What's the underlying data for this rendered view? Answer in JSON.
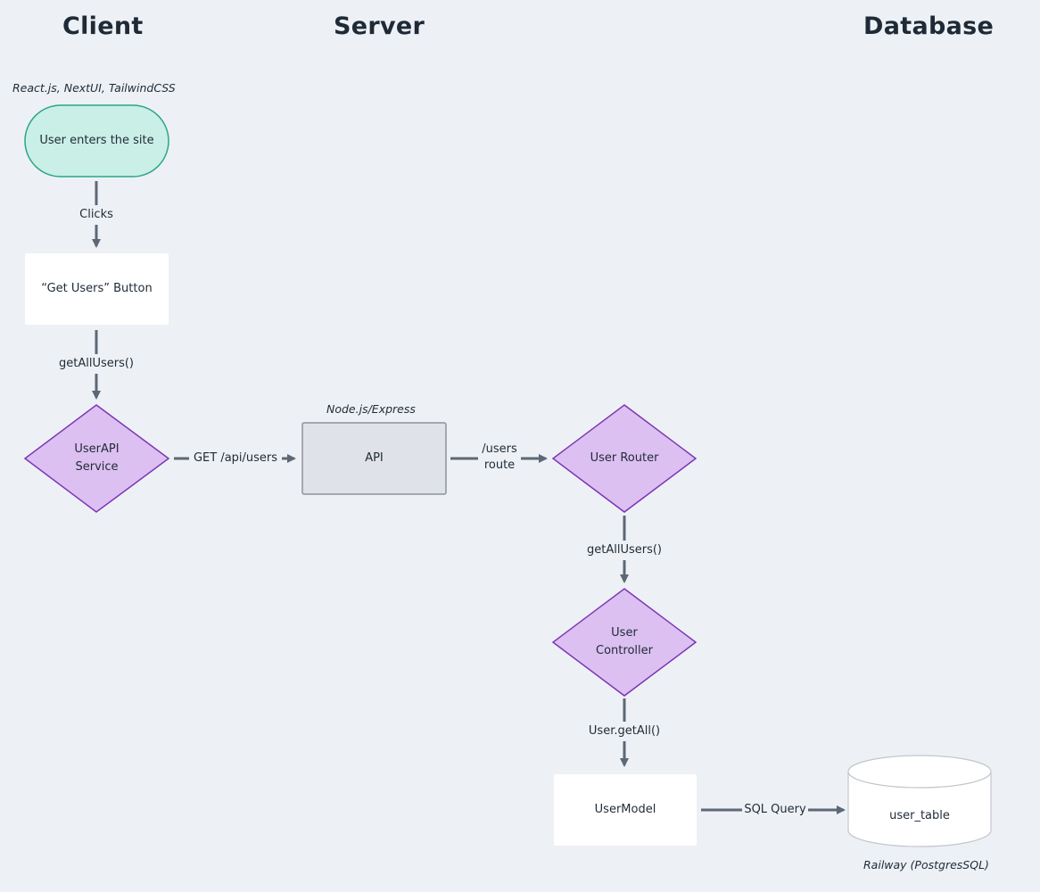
{
  "columns": {
    "client": "Client",
    "server": "Server",
    "database": "Database"
  },
  "notes": {
    "client_stack": "React.js, NextUI, TailwindCSS",
    "server_stack": "Node.js/Express",
    "db_host": "Railway (PostgresSQL)"
  },
  "nodes": {
    "user_enters": "User enters the site",
    "get_users_button": "“Get Users” Button",
    "userapi_service_line1": "UserAPI",
    "userapi_service_line2": "Service",
    "api": "API",
    "user_router": "User Router",
    "user_controller_line1": "User",
    "user_controller_line2": "Controller",
    "user_model": "UserModel",
    "user_table": "user_table"
  },
  "edges": {
    "clicks": "Clicks",
    "get_all_users_client": "getAllUsers()",
    "get_api_users": "GET /api/users",
    "users_route_line1": "/users",
    "users_route_line2": "route",
    "get_all_users_server": "getAllUsers()",
    "user_get_all": "User.getAll()",
    "sql_query": "SQL Query"
  },
  "colors": {
    "background": "#edf1f5",
    "terminal_fill": "#c9efe6",
    "terminal_stroke": "#2aa58b",
    "decision_fill": "#dcc0f1",
    "decision_stroke": "#7d35b5",
    "api_fill": "#dfe2e8",
    "api_stroke": "#8d929c",
    "box_fill": "#ffffff",
    "arrow": "#5d6876"
  }
}
